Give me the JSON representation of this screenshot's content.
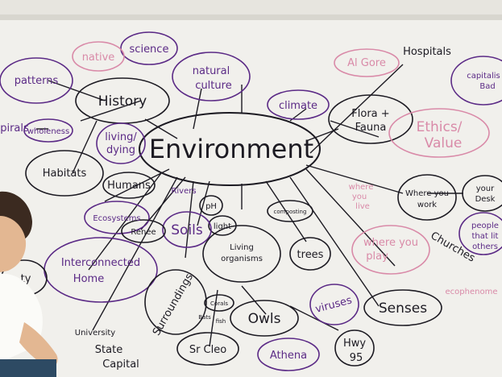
{
  "photo": {
    "description_colors": {
      "board": "#f3f2ef",
      "marker_black": "#1c1a22",
      "marker_purple": "#5b2a86",
      "marker_pink": "#d98aa8",
      "wall": "#9c9a92"
    }
  },
  "mindmap": {
    "center": "Environment",
    "labels": {
      "native": "native",
      "science": "science",
      "natural_culture_1": "natural",
      "natural_culture_2": "culture",
      "al_gore": "Al Gore",
      "hospitals": "Hospitals",
      "capitalist_1": "capitalis",
      "capitalist_2": "Bad",
      "patterns": "patterns",
      "history": "History",
      "climate": "climate",
      "flora_1": "Flora +",
      "flora_2": "Fauna",
      "spirals": "pirals",
      "wholeness": "wholeness",
      "living_dying_1": "living/",
      "living_dying_2": "dying",
      "ethics_1": "Ethics/",
      "ethics_2": "Value",
      "habitats": "Habitats",
      "humans": "Humans",
      "where_you_live_1": "where",
      "where_you_live_2": "you",
      "where_you_live_3": "live",
      "where_you_work_1": "Where you",
      "where_you_work_2": "work",
      "your_desk_1": "your",
      "your_desk_2": "Desk",
      "ecosystems": "Ecosystems",
      "rivers": "Rivers",
      "ph": "pH",
      "light": "light",
      "soils": "Soils",
      "composting": "composting",
      "renee": "Renee",
      "people_1": "people",
      "people_2": "that lit",
      "people_3": "others",
      "where_you_play_1": "where you",
      "where_you_play_2": "play",
      "churches": "Churches",
      "interconnected_1": "Interconnected",
      "interconnected_2": "Home",
      "living_organisms_1": "Living",
      "living_organisms_2": "organisms",
      "trees": "trees",
      "ecophenomenology": "ecophenome",
      "surroundings": "Surroundings",
      "viruses": "viruses",
      "senses": "Senses",
      "corals": "Corals",
      "bats": "Bats",
      "fish": "fish",
      "owls": "Owls",
      "ty": "ty",
      "university": "University",
      "state_capital_1": "State",
      "state_capital_2": "Capital",
      "sr_cleo": "Sr Cleo",
      "athena": "Athena",
      "hwy": "Hwy",
      "hwy_num": "95"
    }
  }
}
